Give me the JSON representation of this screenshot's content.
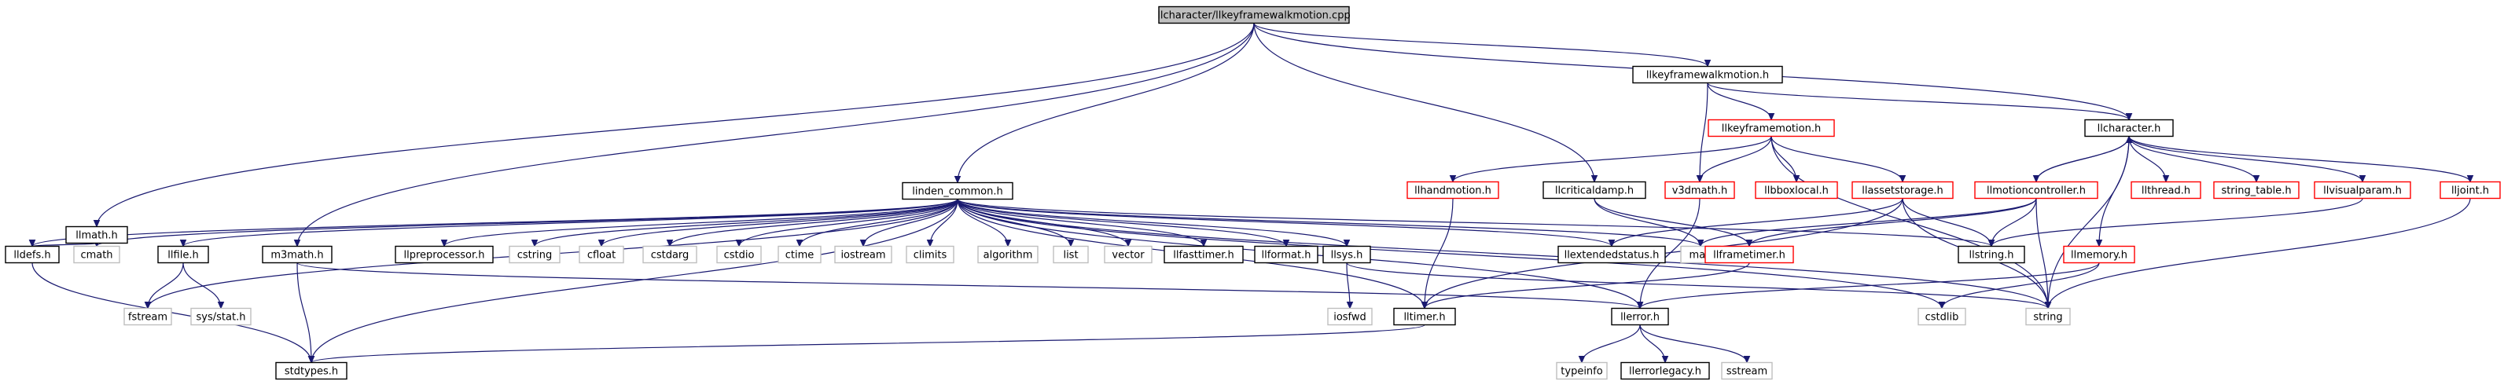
{
  "diagram": {
    "colors": {
      "root_fill": "#bfbfbf",
      "default_border": "#000000",
      "missing_border": "#ff0000",
      "system_border": "#bfbfbf",
      "edge": "#191970"
    },
    "nodes": [
      {
        "id": "root",
        "label": "llcharacter/llkeyframewalkmotion.cpp",
        "style": "root"
      },
      {
        "id": "llmath_h",
        "label": "llmath.h",
        "style": "default"
      },
      {
        "id": "linden_common",
        "label": "linden_common.h",
        "style": "default"
      },
      {
        "id": "llkeyframewalkmotion_h",
        "label": "llkeyframewalkmotion.h",
        "style": "default"
      },
      {
        "id": "llcharacter_h",
        "label": "llcharacter.h",
        "style": "default"
      },
      {
        "id": "llkeyframemotion_h",
        "label": "llkeyframemotion.h",
        "style": "missing"
      },
      {
        "id": "llhandmotion_h",
        "label": "llhandmotion.h",
        "style": "missing"
      },
      {
        "id": "llcriticaldamp_h",
        "label": "llcriticaldamp.h",
        "style": "default"
      },
      {
        "id": "v3dmath_h",
        "label": "v3dmath.h",
        "style": "missing"
      },
      {
        "id": "llbboxlocal_h",
        "label": "llbboxlocal.h",
        "style": "missing"
      },
      {
        "id": "llassetstorage_h",
        "label": "llassetstorage.h",
        "style": "missing"
      },
      {
        "id": "llmotioncontroller_h",
        "label": "llmotioncontroller.h",
        "style": "missing"
      },
      {
        "id": "llthread_h",
        "label": "llthread.h",
        "style": "missing"
      },
      {
        "id": "string_table_h",
        "label": "string_table.h",
        "style": "missing"
      },
      {
        "id": "llvisualparam_h",
        "label": "llvisualparam.h",
        "style": "missing"
      },
      {
        "id": "lljoint_h",
        "label": "lljoint.h",
        "style": "missing"
      },
      {
        "id": "lldefs_h",
        "label": "lldefs.h",
        "style": "default"
      },
      {
        "id": "cmath",
        "label": "cmath",
        "style": "system"
      },
      {
        "id": "llfile_h",
        "label": "llfile.h",
        "style": "default"
      },
      {
        "id": "m3math_h",
        "label": "m3math.h",
        "style": "default"
      },
      {
        "id": "llpreprocessor_h",
        "label": "llpreprocessor.h",
        "style": "default"
      },
      {
        "id": "cstring",
        "label": "cstring",
        "style": "system"
      },
      {
        "id": "cfloat",
        "label": "cfloat",
        "style": "system"
      },
      {
        "id": "cstdarg",
        "label": "cstdarg",
        "style": "system"
      },
      {
        "id": "cstdio",
        "label": "cstdio",
        "style": "system"
      },
      {
        "id": "ctime",
        "label": "ctime",
        "style": "system"
      },
      {
        "id": "iostream",
        "label": "iostream",
        "style": "system"
      },
      {
        "id": "climits",
        "label": "climits",
        "style": "system"
      },
      {
        "id": "algorithm",
        "label": "algorithm",
        "style": "system"
      },
      {
        "id": "list",
        "label": "list",
        "style": "system"
      },
      {
        "id": "vector",
        "label": "vector",
        "style": "system"
      },
      {
        "id": "llfasttimer_h",
        "label": "llfasttimer.h",
        "style": "default"
      },
      {
        "id": "llformat_h",
        "label": "llformat.h",
        "style": "default"
      },
      {
        "id": "llsys_h",
        "label": "llsys.h",
        "style": "default"
      },
      {
        "id": "llextendedstatus_h",
        "label": "llextendedstatus.h",
        "style": "default"
      },
      {
        "id": "map",
        "label": "map",
        "style": "system"
      },
      {
        "id": "llframetimer_h",
        "label": "llframetimer.h",
        "style": "missing"
      },
      {
        "id": "llstring_h",
        "label": "llstring.h",
        "style": "default"
      },
      {
        "id": "llmemory_h",
        "label": "llmemory.h",
        "style": "missing"
      },
      {
        "id": "fstream",
        "label": "fstream",
        "style": "system"
      },
      {
        "id": "sys_stat_h",
        "label": "sys/stat.h",
        "style": "system"
      },
      {
        "id": "iosfwd",
        "label": "iosfwd",
        "style": "system"
      },
      {
        "id": "lltimer_h",
        "label": "lltimer.h",
        "style": "default"
      },
      {
        "id": "llerror_h",
        "label": "llerror.h",
        "style": "default"
      },
      {
        "id": "cstdlib",
        "label": "cstdlib",
        "style": "system"
      },
      {
        "id": "string",
        "label": "string",
        "style": "system"
      },
      {
        "id": "stdtypes_h",
        "label": "stdtypes.h",
        "style": "default"
      },
      {
        "id": "typeinfo",
        "label": "typeinfo",
        "style": "system"
      },
      {
        "id": "llerrorlegacy_h",
        "label": "llerrorlegacy.h",
        "style": "default"
      },
      {
        "id": "sstream",
        "label": "sstream",
        "style": "system"
      }
    ],
    "edges": [
      [
        "root",
        "llmath_h"
      ],
      [
        "root",
        "linden_common"
      ],
      [
        "root",
        "m3math_h"
      ],
      [
        "root",
        "llcriticaldamp_h"
      ],
      [
        "root",
        "llkeyframewalkmotion_h"
      ],
      [
        "root",
        "llcharacter_h"
      ],
      [
        "llkeyframewalkmotion_h",
        "llkeyframemotion_h"
      ],
      [
        "llkeyframewalkmotion_h",
        "v3dmath_h"
      ],
      [
        "llkeyframewalkmotion_h",
        "llcharacter_h"
      ],
      [
        "llcharacter_h",
        "llmotioncontroller_h"
      ],
      [
        "llcharacter_h",
        "llthread_h"
      ],
      [
        "llcharacter_h",
        "string_table_h"
      ],
      [
        "llcharacter_h",
        "llvisualparam_h"
      ],
      [
        "llcharacter_h",
        "lljoint_h"
      ],
      [
        "llcharacter_h",
        "llmemory_h"
      ],
      [
        "llcharacter_h",
        "string"
      ],
      [
        "llmotioncontroller_h",
        "llcharacter_h"
      ],
      [
        "llmotioncontroller_h",
        "map"
      ],
      [
        "llmotioncontroller_h",
        "llstring_h"
      ],
      [
        "llmotioncontroller_h",
        "llframetimer_h"
      ],
      [
        "llmotioncontroller_h",
        "string"
      ],
      [
        "llkeyframemotion_h",
        "llhandmotion_h"
      ],
      [
        "llkeyframemotion_h",
        "v3dmath_h"
      ],
      [
        "llkeyframemotion_h",
        "llbboxlocal_h"
      ],
      [
        "llkeyframemotion_h",
        "llassetstorage_h"
      ],
      [
        "llkeyframemotion_h",
        "string"
      ],
      [
        "llhandmotion_h",
        "lltimer_h"
      ],
      [
        "llcriticaldamp_h",
        "map"
      ],
      [
        "llcriticaldamp_h",
        "llframetimer_h"
      ],
      [
        "v3dmath_h",
        "llerror_h"
      ],
      [
        "llassetstorage_h",
        "llextendedstatus_h"
      ],
      [
        "llassetstorage_h",
        "llstring_h"
      ],
      [
        "llassetstorage_h",
        "lltimer_h"
      ],
      [
        "llassetstorage_h",
        "string"
      ],
      [
        "llvisualparam_h",
        "llstring_h"
      ],
      [
        "lljoint_h",
        "string"
      ],
      [
        "llmemory_h",
        "llerror_h"
      ],
      [
        "llmemory_h",
        "cstdlib"
      ],
      [
        "llframetimer_h",
        "lltimer_h"
      ],
      [
        "llmath_h",
        "lldefs_h"
      ],
      [
        "llmath_h",
        "cmath"
      ],
      [
        "lldefs_h",
        "stdtypes_h"
      ],
      [
        "llfile_h",
        "fstream"
      ],
      [
        "llfile_h",
        "sys_stat_h"
      ],
      [
        "m3math_h",
        "stdtypes_h"
      ],
      [
        "m3math_h",
        "llerror_h"
      ],
      [
        "llsys_h",
        "iosfwd"
      ],
      [
        "llsys_h",
        "string"
      ],
      [
        "lltimer_h",
        "stdtypes_h"
      ],
      [
        "llerror_h",
        "typeinfo"
      ],
      [
        "llerror_h",
        "llerrorlegacy_h"
      ],
      [
        "llerror_h",
        "sstream"
      ],
      [
        "linden_common",
        "lldefs_h"
      ],
      [
        "linden_common",
        "cmath"
      ],
      [
        "linden_common",
        "fstream"
      ],
      [
        "linden_common",
        "llfile_h"
      ],
      [
        "linden_common",
        "stdtypes_h"
      ],
      [
        "linden_common",
        "lltimer_h"
      ],
      [
        "linden_common",
        "llpreprocessor_h"
      ],
      [
        "linden_common",
        "cstring"
      ],
      [
        "linden_common",
        "cfloat"
      ],
      [
        "linden_common",
        "cstdarg"
      ],
      [
        "linden_common",
        "cstdio"
      ],
      [
        "linden_common",
        "ctime"
      ],
      [
        "linden_common",
        "iostream"
      ],
      [
        "linden_common",
        "climits"
      ],
      [
        "linden_common",
        "algorithm"
      ],
      [
        "linden_common",
        "list"
      ],
      [
        "linden_common",
        "vector"
      ],
      [
        "linden_common",
        "llfasttimer_h"
      ],
      [
        "linden_common",
        "llformat_h"
      ],
      [
        "linden_common",
        "llsys_h"
      ],
      [
        "linden_common",
        "llerror_h"
      ],
      [
        "linden_common",
        "llextendedstatus_h"
      ],
      [
        "linden_common",
        "map"
      ],
      [
        "linden_common",
        "llstring_h"
      ],
      [
        "linden_common",
        "cstdlib"
      ],
      [
        "linden_common",
        "string"
      ]
    ]
  }
}
